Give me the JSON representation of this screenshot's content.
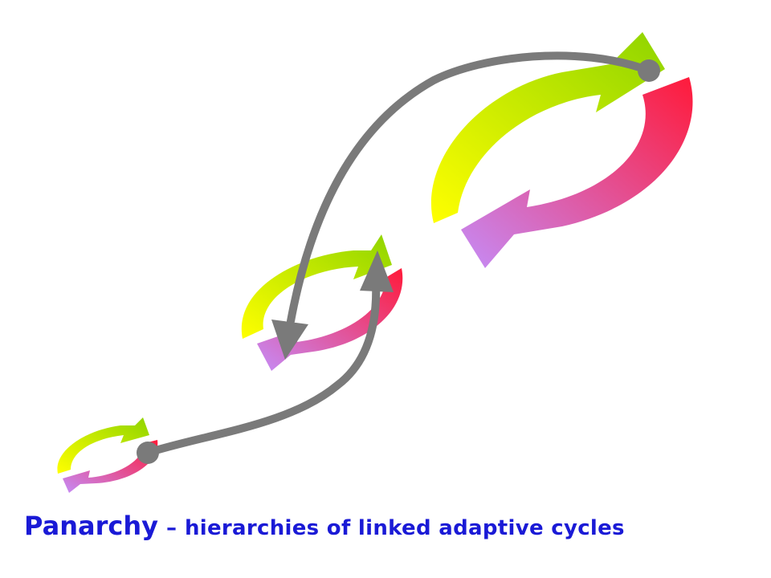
{
  "caption": {
    "title": "Panarchy",
    "separator": "–",
    "subtitle": "hierarchies of linked adaptive cycles"
  },
  "colors": {
    "upper_arc_start": "#ffff00",
    "upper_arc_end": "#8fd400",
    "lower_arc_start": "#ff1a3a",
    "lower_arc_end": "#c58cf7",
    "connector": "#7a7a7a",
    "text": "#1a1ad6"
  },
  "diagram": {
    "cycles": [
      {
        "name": "small-cycle"
      },
      {
        "name": "medium-cycle"
      },
      {
        "name": "large-cycle"
      }
    ],
    "connectors": [
      {
        "name": "revolt-connector"
      },
      {
        "name": "remember-connector"
      }
    ]
  }
}
